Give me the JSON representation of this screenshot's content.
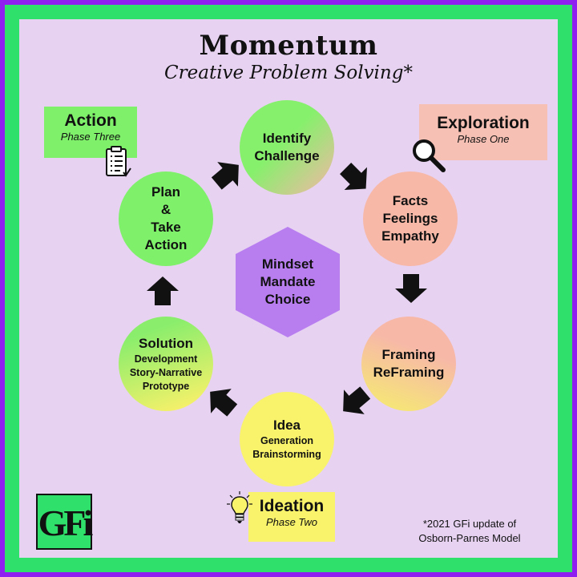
{
  "header": {
    "title": "Momentum",
    "subtitle": "Creative Problem Solving*"
  },
  "steps": [
    {
      "id": "identify",
      "lines": [
        "Identify",
        "Challenge"
      ],
      "color": "green-salmon"
    },
    {
      "id": "facts",
      "lines": [
        "Facts",
        "Feelings",
        "Empathy"
      ],
      "color": "salmon"
    },
    {
      "id": "framing",
      "lines": [
        "Framing",
        "ReFraming"
      ],
      "color": "salmon-yellow"
    },
    {
      "id": "idea",
      "title": "Idea",
      "lines": [
        "Generation",
        "Brainstorming"
      ],
      "color": "yellow"
    },
    {
      "id": "solution",
      "title": "Solution",
      "lines": [
        "Development",
        "Story-Narrative",
        "Prototype"
      ],
      "color": "green-yellow"
    },
    {
      "id": "plan",
      "lines": [
        "Plan",
        "&",
        "Take",
        "Action"
      ],
      "color": "green"
    }
  ],
  "center": {
    "line1": "Mindset",
    "line2": "Mandate",
    "line3": "Choice"
  },
  "phases": {
    "action": {
      "title": "Action",
      "sub": "Phase Three"
    },
    "exploration": {
      "title": "Exploration",
      "sub": "Phase One"
    },
    "ideation": {
      "title": "Ideation",
      "sub": "Phase Two"
    }
  },
  "logo": {
    "text": "GFi"
  },
  "footnote": {
    "line1": "*2021 GFi update of",
    "line2": "Osborn-Parnes Model"
  },
  "colors": {
    "outer_border": "#8f1ff0",
    "inner_border": "#2fe06a",
    "background": "#e7d2f2",
    "green": "#7ef06a",
    "salmon": "#f7b8a8",
    "yellow": "#f8f36a",
    "hexagon": "#b87ef0",
    "exploration_box": "#f7c0b4",
    "action_box": "#7ef06a",
    "ideation_box": "#f8f36a"
  },
  "icons": [
    "clipboard-checklist-icon",
    "magnifying-glass-icon",
    "lightbulb-icon"
  ]
}
